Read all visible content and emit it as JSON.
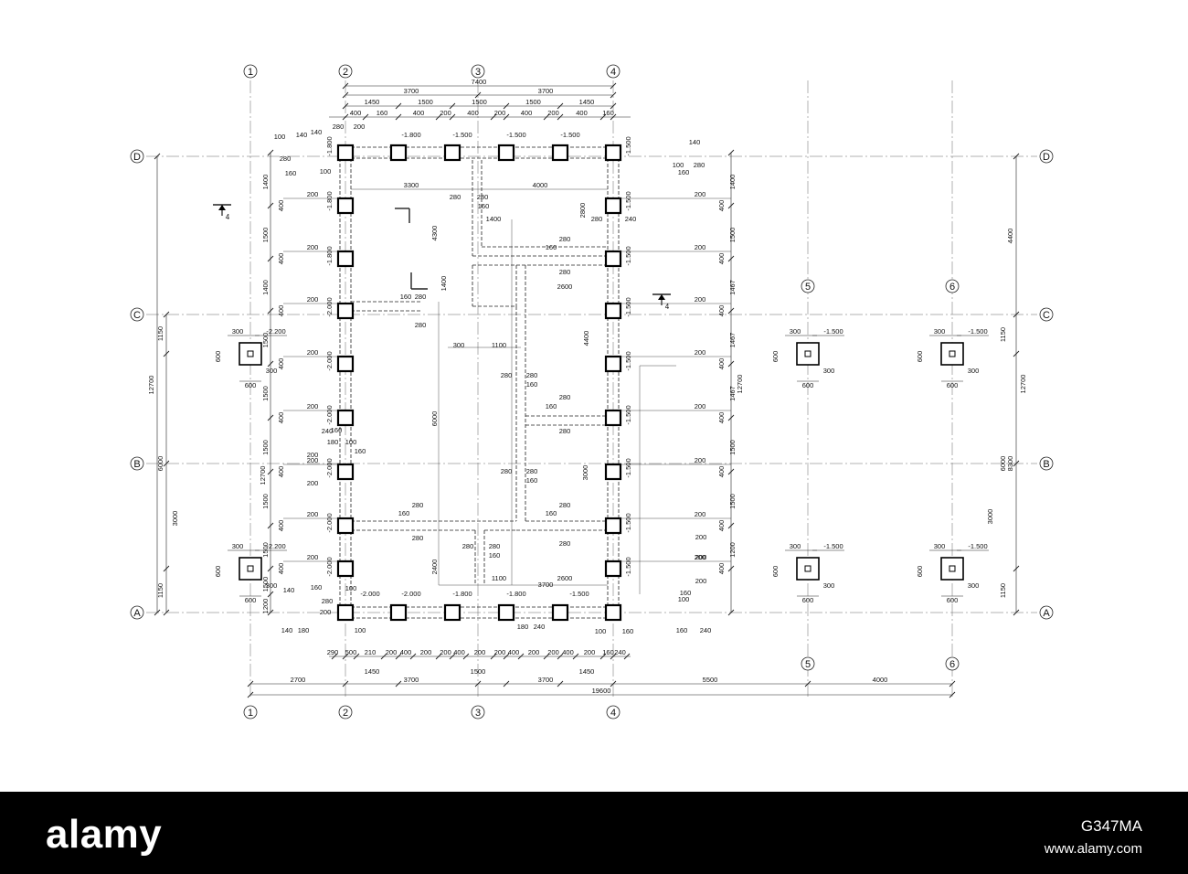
{
  "plan": {
    "axes_x": [
      "1",
      "2",
      "3",
      "4",
      "5",
      "6"
    ],
    "axes_y": [
      "D",
      "C",
      "B",
      "A"
    ],
    "section_mark": "4",
    "top_dims_total": "7400",
    "top_dims_half": [
      "3700",
      "3700"
    ],
    "top_dims_bays": [
      "1450",
      "1500",
      "1500",
      "1500",
      "1450"
    ],
    "bottom_dims_total": "19600",
    "bottom_dims_segments": [
      "2700",
      "1450",
      "3700",
      "1500",
      "3700",
      "1450",
      "5500",
      "4000"
    ],
    "left_dims_total": "12700",
    "left_dims": [
      "1150",
      "6000",
      "3000",
      "1150"
    ],
    "left_inner_dims": [
      "1400",
      "1500",
      "1400",
      "1500",
      "1500",
      "1500",
      "1500",
      "1500",
      "1500",
      "1200"
    ],
    "right_dims_total": "12700",
    "right_inner_dims": [
      "1400",
      "1500",
      "1467",
      "1467",
      "1467",
      "1500",
      "1500",
      "1200"
    ],
    "far_right_dims": [
      "4400",
      "1150",
      "6000",
      "3000",
      "1150",
      "8300"
    ],
    "interior_dims": [
      "3300",
      "4000",
      "2800",
      "1400",
      "4300",
      "2600",
      "4400",
      "6000",
      "1100",
      "300",
      "3000",
      "2400",
      "2600",
      "1100",
      "3700",
      "1400"
    ],
    "small_dims": [
      "140",
      "280",
      "200",
      "160",
      "100",
      "240",
      "180",
      "400",
      "600",
      "300"
    ],
    "elevations": [
      "-1.800",
      "-1.500",
      "-2.000",
      "-2.200"
    ]
  },
  "footer": {
    "brand": "alamy",
    "image_id": "G347MA",
    "site": "www.alamy.com"
  }
}
